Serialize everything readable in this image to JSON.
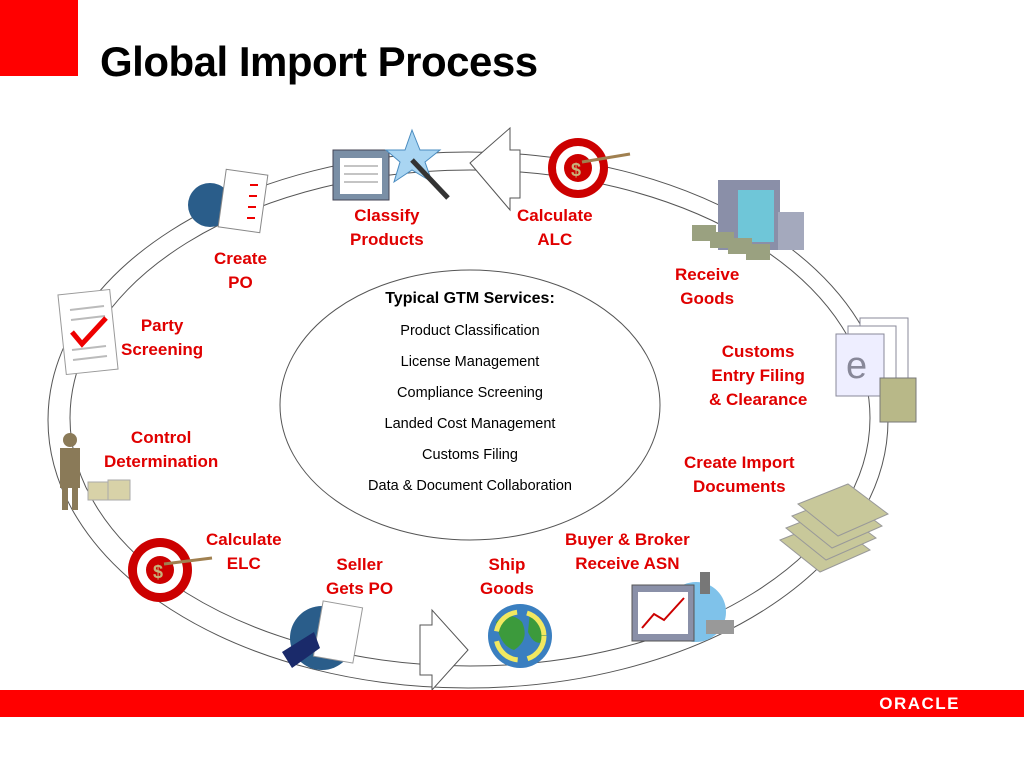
{
  "title": "Global Import Process",
  "steps": {
    "classify": [
      "Classify",
      "Products"
    ],
    "calc_alc": [
      "Calculate",
      "ALC"
    ],
    "create_po": [
      "Create",
      "PO"
    ],
    "receive": [
      "Receive",
      "Goods"
    ],
    "party": [
      "Party",
      "Screening"
    ],
    "customs": [
      "Customs",
      "Entry Filing",
      "& Clearance"
    ],
    "control": [
      "Control",
      "Determination"
    ],
    "import_docs": [
      "Create Import",
      "Documents"
    ],
    "calc_elc": [
      "Calculate",
      "ELC"
    ],
    "seller": [
      "Seller",
      "Gets PO"
    ],
    "ship": [
      "Ship",
      "Goods"
    ],
    "buyer": [
      "Buyer & Broker",
      "Receive ASN"
    ]
  },
  "center": {
    "heading": "Typical GTM Services:",
    "services": [
      "Product Classification",
      "License Management",
      "Compliance Screening",
      "Landed Cost Management",
      "Customs Filing",
      "Data & Document Collaboration"
    ]
  },
  "footer": {
    "brand": "ORACLE"
  },
  "colors": {
    "accent": "#ff0000",
    "label": "#e00000"
  },
  "icons": [
    "document-checklist-icon",
    "catalog-wand-icon",
    "target-dollar-icon",
    "warehouse-trucks-icon",
    "e-document-icon",
    "checkmark-document-icon",
    "businessman-boxes-icon",
    "documents-stack-icon",
    "handshake-document-icon",
    "globe-arrows-icon",
    "computer-chart-icon"
  ]
}
